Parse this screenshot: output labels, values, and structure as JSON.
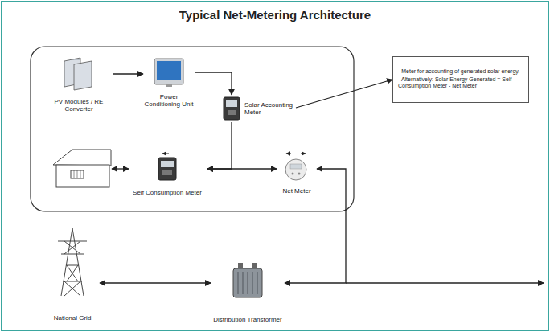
{
  "diagram": {
    "title": "Typical Net-Metering Architecture",
    "nodes": [
      {
        "text": [
          "PV Modules / RE Converter"
        ]
      },
      {
        "text": [
          "Power Conditioning Unit"
        ]
      },
      {
        "text": [
          "Solar Accounting Meter"
        ]
      },
      {
        "text": [
          "- Meter for accounting of generated solar energy.",
          "- Alternatively: Solar Energy Generated = Self Consumption Meter - Net Meter"
        ]
      },
      {
        "text": [
          "Self Consumption Meter"
        ]
      },
      {
        "text": [
          "Net Meter"
        ]
      },
      {
        "text": [
          "National Grid"
        ]
      },
      {
        "text": [
          "Distribution Transformer"
        ]
      }
    ],
    "edges": [
      {
        "from": 0,
        "to": 1,
        "arrow": "to"
      },
      {
        "from": 1,
        "to": 2,
        "arrow": "to"
      },
      {
        "from": 2,
        "to": 4,
        "arrow": "to"
      },
      {
        "from": 2,
        "to": 3,
        "arrow": "to"
      },
      {
        "from": 4,
        "to": 5,
        "arrow": "both"
      },
      {
        "from": 7,
        "to": 5,
        "arrow": "both"
      },
      {
        "from": 6,
        "to": 7,
        "arrow": "both"
      }
    ]
  }
}
